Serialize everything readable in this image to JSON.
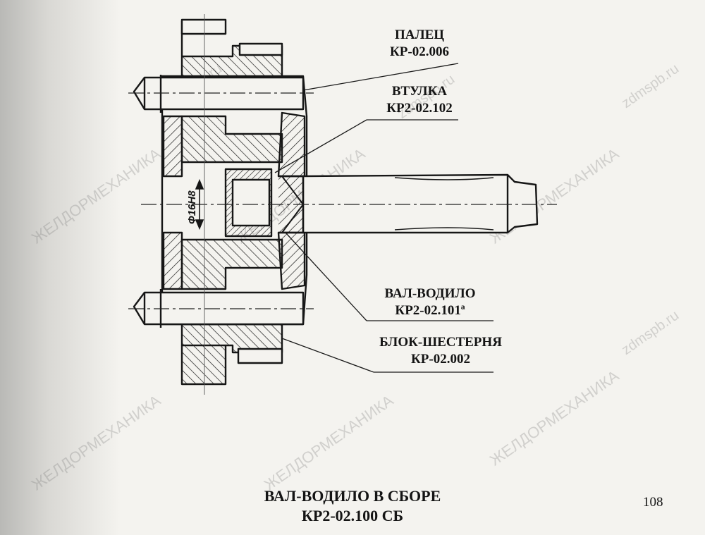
{
  "labels": {
    "palets_name": "ПАЛЕЦ",
    "palets_code": "КР-02.006",
    "vtulka_name": "ВТУЛКА",
    "vtulka_code": "КР2-02.102",
    "val_name": "ВАЛ-ВОДИЛО",
    "val_code": "КР2-02.101ª",
    "blok_name": "БЛОК-ШЕСТЕРНЯ",
    "blok_code": "КР-02.002"
  },
  "dimension": "Ф16Н8",
  "title": {
    "line1": "ВАЛ-ВОДИЛО В СБОРЕ",
    "line2": "КР2-02.100 СБ"
  },
  "page_number": "108",
  "watermarks": {
    "main": "ЖЕЛДОРМЕХАНИКА",
    "site": "zdmspb.ru"
  }
}
